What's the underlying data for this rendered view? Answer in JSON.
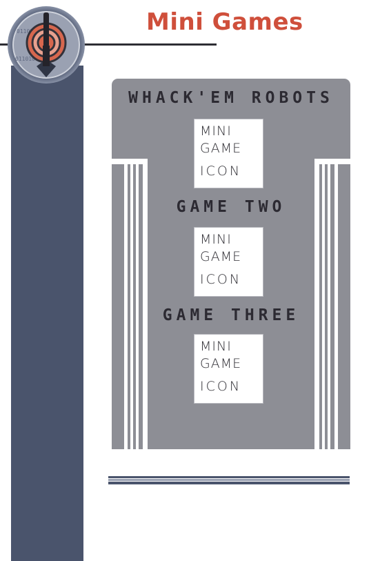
{
  "page": {
    "title": "Mini Games"
  },
  "colors": {
    "sidebar": "#4a546c",
    "title": "#cf4f3b",
    "panel": "#8d8e95",
    "text_dark": "#2c2a32"
  },
  "logo": {
    "icon": "target-icon",
    "binary_text": "01101001"
  },
  "games": [
    {
      "title": "WHACK'EM ROBOTS",
      "icon_lines": [
        "MINI",
        "GAME",
        "ICON"
      ]
    },
    {
      "title": "GAME TWO",
      "icon_lines": [
        "MINI",
        "GAME",
        "ICON"
      ]
    },
    {
      "title": "GAME THREE",
      "icon_lines": [
        "MINI",
        "GAME",
        "ICON"
      ]
    }
  ]
}
